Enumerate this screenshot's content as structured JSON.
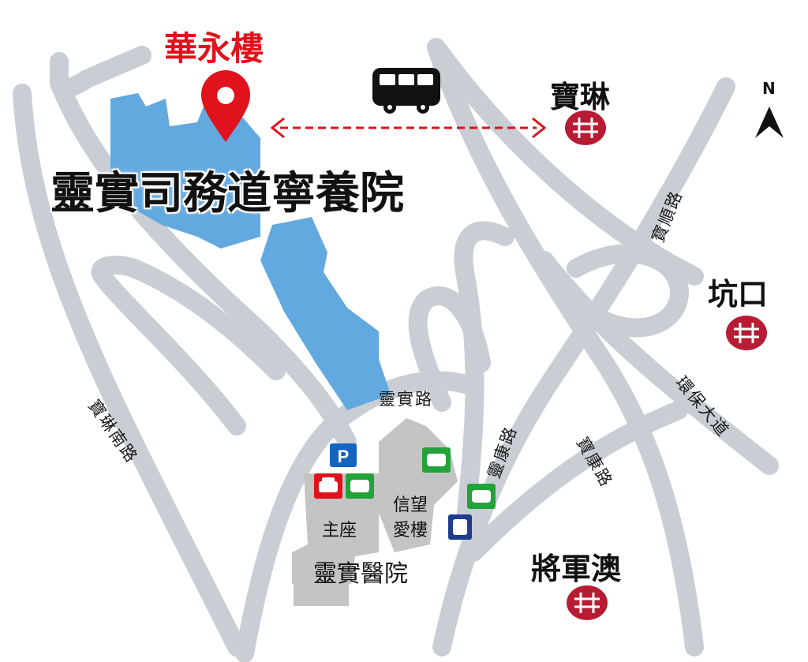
{
  "title_building": "華永樓",
  "facility_name": "靈實司務道寧養院",
  "hospital_name": "靈實醫院",
  "hospital_blocks": {
    "main": "主座",
    "second_line1": "信望",
    "second_line2": "愛樓"
  },
  "stations": {
    "po_lam": "寶琳",
    "hang_hau": "坑口",
    "tseung_kwan_o": "將軍澳"
  },
  "roads": {
    "po_lam_road_south": "寶琳南路",
    "haven_street": "靈實路",
    "ling_hong_road": "靈康路",
    "po_hong_road": "寶康路",
    "po_shun_road": "寶順路",
    "wan_po_road": "環保大道"
  },
  "compass": "N",
  "legend_icons": [
    "parking-icon",
    "taxi-icon",
    "minibus-icon",
    "bus-icon"
  ],
  "colors": {
    "road": "#c9ced4",
    "building_blue": "#62a9e0",
    "hospital_gray": "#c4c4c4",
    "red": "#e0121c",
    "mtr_red": "#b71c34",
    "parking_blue": "#1565c0",
    "minibus_green": "#22a33a",
    "bus_navy": "#1e3d8f"
  }
}
